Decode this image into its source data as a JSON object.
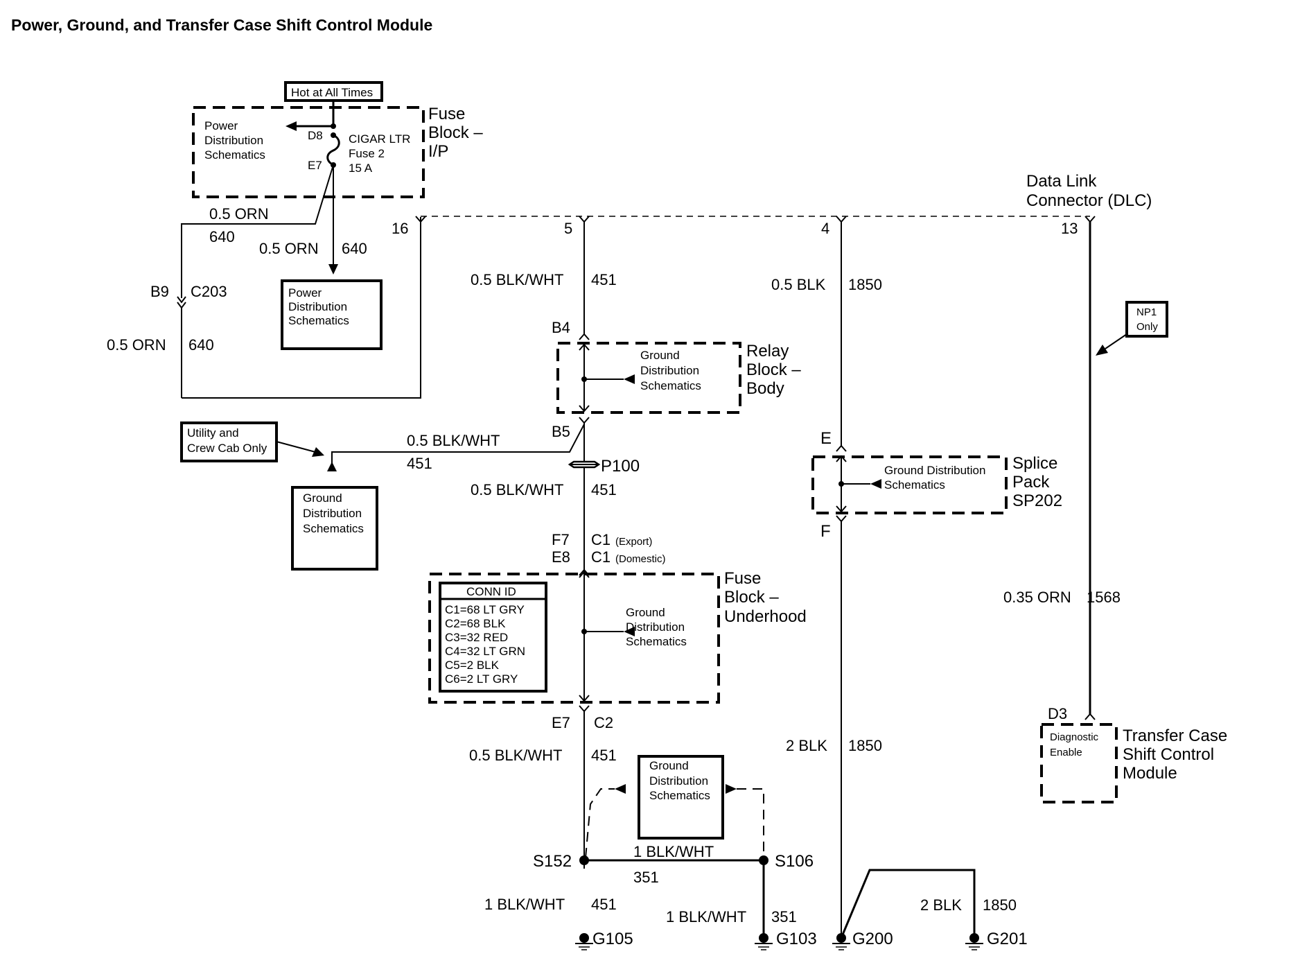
{
  "title": "Power, Ground, and Transfer Case Shift Control Module",
  "fuse_block_ip": {
    "label": [
      "Fuse",
      "Block –",
      "I/P"
    ],
    "hot_label": "Hot at All Times",
    "power_dist": [
      "Power",
      "Distribution",
      "Schematics"
    ],
    "fuse_name": [
      "CIGAR LTR",
      "Fuse 2",
      "15 A"
    ],
    "pin_in": "D8",
    "pin_out": "E7"
  },
  "wires_left": {
    "upper_color": "0.5 ORN",
    "upper_circuit": "640",
    "down_color": "0.5 ORN",
    "down_circuit": "640",
    "connector_pin": "B9",
    "connector": "C203",
    "lower_color": "0.5 ORN",
    "lower_circuit": "640",
    "power_dist_box": [
      "Power",
      "Distribution",
      "Schematics"
    ]
  },
  "dlc": {
    "label": [
      "Data Link",
      "Connector (DLC)"
    ],
    "pins": [
      "16",
      "5",
      "4",
      "13"
    ]
  },
  "circuit_451": {
    "upper_color": "0.5 BLK/WHT",
    "upper_circuit": "451",
    "relay_pin_in": "B4",
    "relay_pin_out": "B5",
    "relay_block": [
      "Relay",
      "Block –",
      "Body"
    ],
    "ground_dist": [
      "Ground",
      "Distribution",
      "Schematics"
    ],
    "branch_color": "0.5 BLK/WHT",
    "branch_circuit": "451",
    "utility_note": [
      "Utility and",
      "Crew Cab Only"
    ],
    "branch_ground_box": [
      "Ground",
      "Distribution",
      "Schematics"
    ],
    "p100": "P100",
    "mid_color": "0.5 BLK/WHT",
    "mid_circuit": "451",
    "pin_f7": "F7",
    "pin_e8": "E8",
    "conn_c1": "C1",
    "export": "(Export)",
    "domestic": "(Domestic)",
    "fuse_block_underhood": [
      "Fuse",
      "Block –",
      "Underhood"
    ],
    "underhood_ground_dist": [
      "Ground",
      "Distribution",
      "Schematics"
    ],
    "conn_id": {
      "header": "CONN ID",
      "rows": [
        "C1=68 LT GRY",
        "C2=68 BLK",
        "C3=32 RED",
        "C4=32 LT GRN",
        "C5=2 BLK",
        "C6=2 LT GRY"
      ]
    },
    "pin_e7": "E7",
    "conn_c2": "C2",
    "lower_color": "0.5 BLK/WHT",
    "lower_circuit": "451"
  },
  "ground_section": {
    "ground_dist_box": [
      "Ground",
      "Distribution",
      "Schematics"
    ],
    "s152": "S152",
    "s106": "S106",
    "cross_color": "1 BLK/WHT",
    "cross_circuit": "351",
    "left_color": "1 BLK/WHT",
    "left_circuit": "451",
    "right_color": "1 BLK/WHT",
    "right_circuit": "351",
    "g105": "G105",
    "g103": "G103",
    "g200": "G200",
    "g201": "G201",
    "g201_color": "2 BLK",
    "g201_circuit": "1850"
  },
  "circuit_1850": {
    "upper_color": "0.5 BLK",
    "upper_circuit": "1850",
    "pin_e": "E",
    "pin_f": "F",
    "splice_pack": [
      "Splice",
      "Pack",
      "SP202"
    ],
    "ground_dist": [
      "Ground Distribution",
      "Schematics"
    ],
    "lower_color": "2 BLK",
    "lower_circuit": "1850"
  },
  "circuit_1568": {
    "note": [
      "NP1",
      "Only"
    ],
    "color": "0.35 ORN",
    "circuit": "1568",
    "pin": "D3",
    "module_pin_label": [
      "Diagnostic",
      "Enable"
    ],
    "module": [
      "Transfer Case",
      "Shift Control",
      "Module"
    ]
  }
}
